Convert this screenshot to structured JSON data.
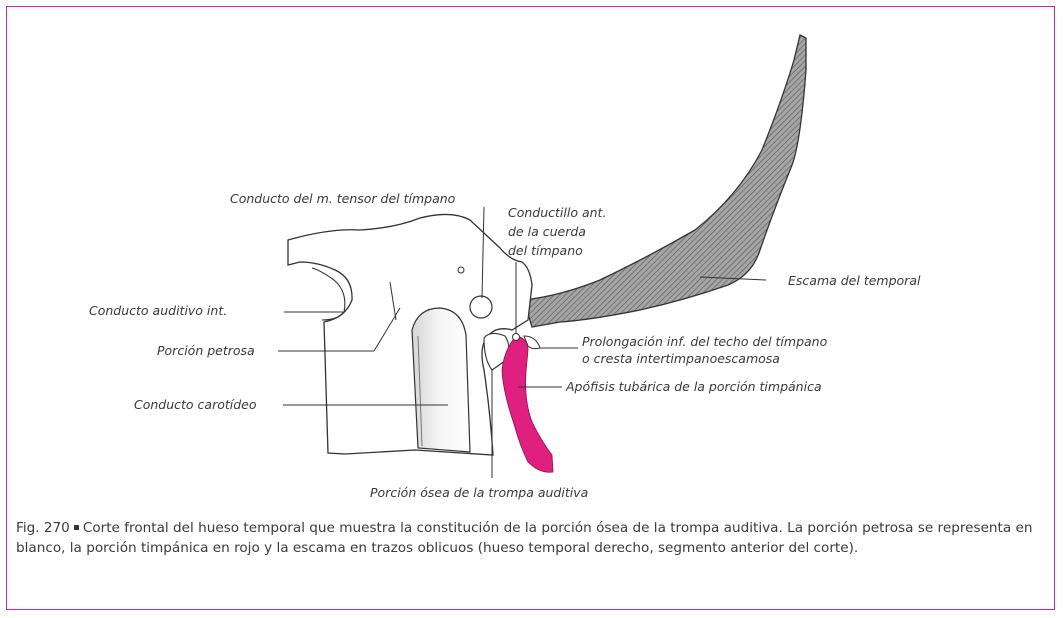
{
  "colors": {
    "frame": "#d8279a",
    "tympanic": "#e0207f",
    "squama_fill": "#8a8a8a",
    "line": "#333333"
  },
  "labels": {
    "tensor_tympani": "Conducto del m. tensor del tímpano",
    "chorda_line1": "Conductillo ant.",
    "chorda_line2": "de la cuerda",
    "chorda_line3": "del tímpano",
    "squama": "Escama del temporal",
    "internal_meatus": "Conducto auditivo int.",
    "petrous": "Porción petrosa",
    "carotid": "Conducto carotídeo",
    "tegmen_line1": "Prolongación inf. del techo del tímpano",
    "tegmen_line2": "o cresta intertimpanoescamosa",
    "tubal_process": "Apófisis tubárica de la porción timpánica",
    "bony_tube": "Porción ósea de la trompa auditiva"
  },
  "caption": {
    "fig_number": "Fig. 270",
    "text": "Corte frontal del hueso temporal que muestra la constitución de la porción ósea de la trompa auditiva. La porción petrosa se representa en blanco, la porción timpánica en rojo y la escama en trazos oblicuos (hueso temporal derecho, segmento anterior del corte)."
  }
}
